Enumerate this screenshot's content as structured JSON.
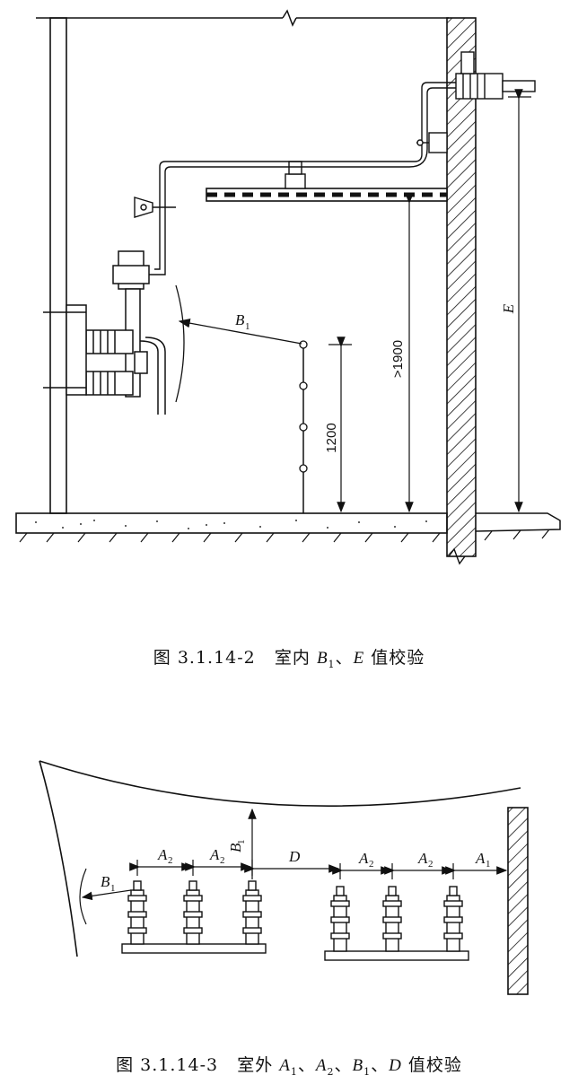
{
  "figure1": {
    "caption_number": "图 3.1.14-2",
    "caption_text_prefix": "室内 ",
    "caption_b": "B",
    "caption_b_sub": "1",
    "caption_sep": "、",
    "caption_e": "E",
    "caption_text_suffix": " 值校验",
    "labels": {
      "b1_main": "B",
      "b1_sub": "1",
      "dim_1200": "1200",
      "dim_1900": ">1900",
      "e": "E"
    }
  },
  "figure2": {
    "caption_number": "图 3.1.14-3",
    "caption_text_prefix": "室外 ",
    "caption_a1": "A",
    "caption_a1_sub": "1",
    "caption_a2": "A",
    "caption_a2_sub": "2",
    "caption_b1": "B",
    "caption_b1_sub": "1",
    "caption_d": "D",
    "caption_sep": "、",
    "caption_text_suffix": " 值校验",
    "labels": {
      "a2_main": "A",
      "a2_sub": "2",
      "a1_main": "A",
      "a1_sub": "1",
      "b1_main": "B",
      "b1_sub": "1",
      "d": "D"
    }
  }
}
